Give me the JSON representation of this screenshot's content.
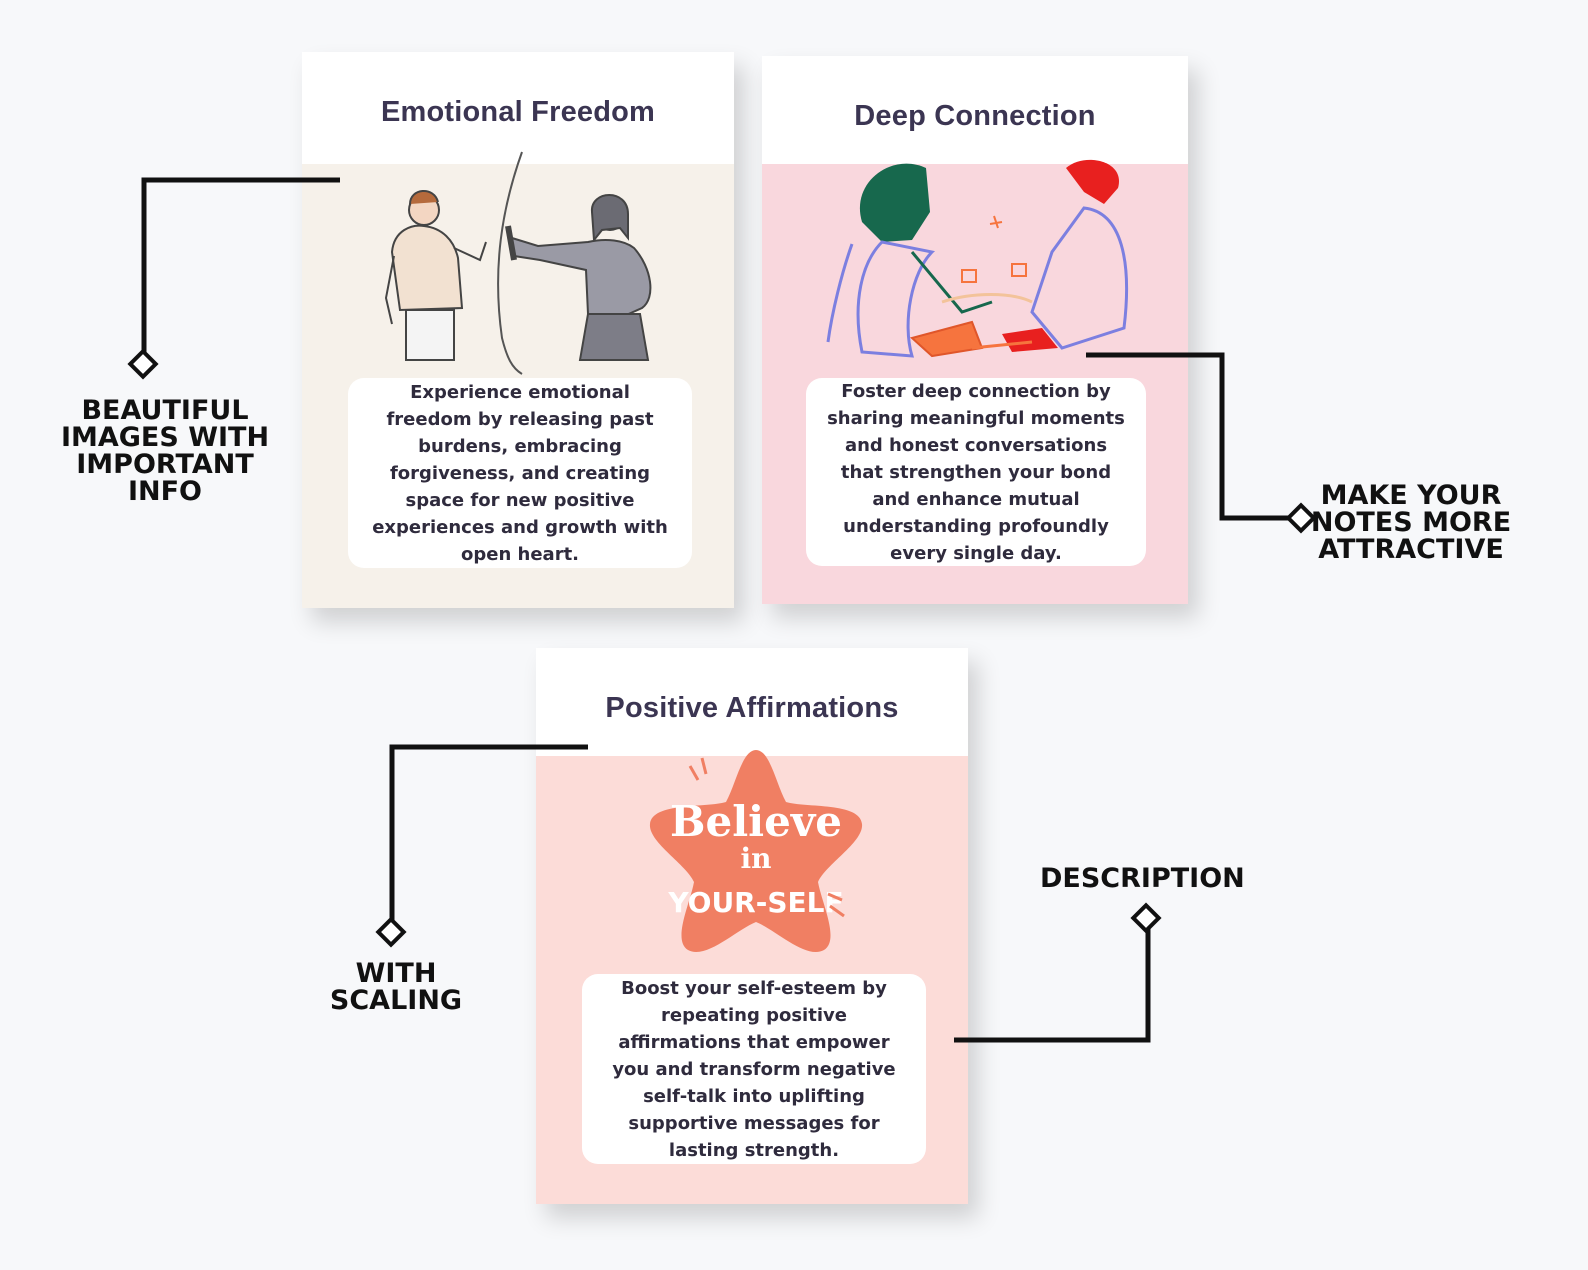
{
  "cards": [
    {
      "title": "Emotional Freedom",
      "description": "Experience emotional freedom by releasing past burdens, embracing forgiveness, and creating space for new positive experiences and growth with open heart.",
      "band_color": "#f6f1ea"
    },
    {
      "title": "Deep Connection",
      "description": "Foster deep connection by sharing meaningful moments and honest conversations that strengthen your bond and enhance mutual understanding profoundly every single day.",
      "band_color": "#f9d7dd"
    },
    {
      "title": "Positive Affirmations",
      "description": "Boost your self-esteem by repeating positive affirmations that empower you and transform negative self-talk into uplifting supportive messages for lasting strength.",
      "band_color": "#fcdcd8",
      "badge": {
        "line1": "Believe",
        "line2": "in",
        "line3": "YOUR-SELF",
        "color": "#f07f63"
      }
    }
  ],
  "callouts": {
    "beautiful_images": [
      "BEAUTIFUL",
      "IMAGES WITH",
      "IMPORTANT INFO"
    ],
    "attractive_notes": [
      "MAKE YOUR",
      "NOTES MORE",
      "ATTRACTIVE"
    ],
    "with_scaling": "WITH SCALING",
    "description": "DESCRIPTION"
  },
  "icons": [
    "diamond-marker-icon",
    "people-boundary-illustration",
    "friends-chatting-illustration",
    "believe-star-badge"
  ]
}
